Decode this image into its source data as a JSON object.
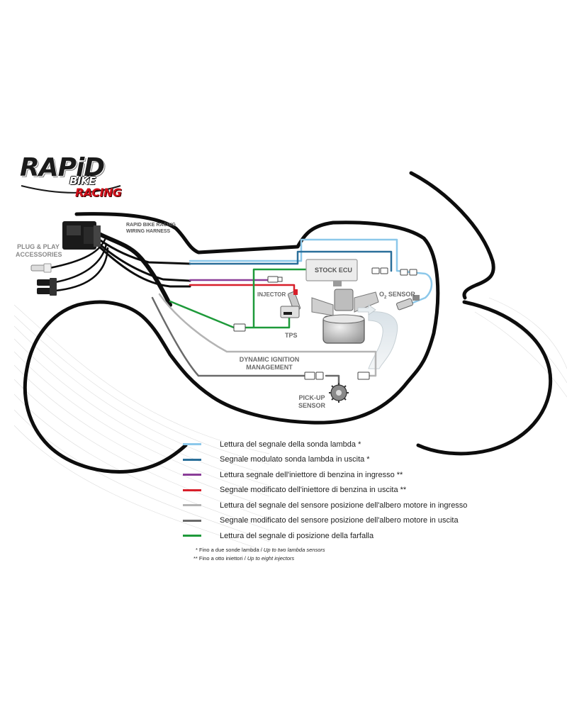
{
  "logo": {
    "line1": "RAPiD",
    "line2": "BIKE",
    "line3": "RACING"
  },
  "labels": {
    "harness": [
      "RAPID BIKE RACING",
      "WIRING HARNESS"
    ],
    "accessories": [
      "PLUG & PLAY",
      "ACCESSORIES"
    ],
    "stock_ecu": "STOCK ECU",
    "injector": "INJECTOR",
    "tps": "TPS",
    "o2_sensor_prefix": "O",
    "o2_sensor_sub": "2",
    "o2_sensor_suffix": " SENSOR",
    "ignition": [
      "DYNAMIC IGNITION",
      "MANAGEMENT"
    ],
    "pickup": [
      "PICK-UP",
      "SENSOR"
    ]
  },
  "colors": {
    "light_blue": "#8cc8ea",
    "dark_blue": "#2a6f9a",
    "purple": "#8a3d98",
    "red": "#d81f2a",
    "light_gray": "#b4b4b4",
    "dark_gray": "#6a6a6a",
    "green": "#1e9a3a",
    "outline": "#0d0d0d"
  },
  "legend": [
    {
      "color": "#8cc8ea",
      "text": "Lettura del segnale della sonda lambda *"
    },
    {
      "color": "#2a6f9a",
      "text": "Segnale modulato sonda lambda in uscita *"
    },
    {
      "color": "#8a3d98",
      "text": "Lettura segnale dell'iniettore di benzina in ingresso **"
    },
    {
      "color": "#d81f2a",
      "text": "Segnale modificato dell'iniettore di benzina in uscita **"
    },
    {
      "color": "#b4b4b4",
      "text": "Lettura del segnale del sensore posizione dell'albero motore in ingresso"
    },
    {
      "color": "#6a6a6a",
      "text": "Segnale modificato del sensore posizione dell'albero motore in uscita"
    },
    {
      "color": "#1e9a3a",
      "text": "Lettura del segnale di posizione della farfalla"
    }
  ],
  "notes": [
    {
      "prefix": "* Fino a due sonde lambda / ",
      "italic": "Up to two lambda sensors"
    },
    {
      "prefix": "** Fino a otto iniettori / ",
      "italic": "Up to eight injectors"
    }
  ]
}
